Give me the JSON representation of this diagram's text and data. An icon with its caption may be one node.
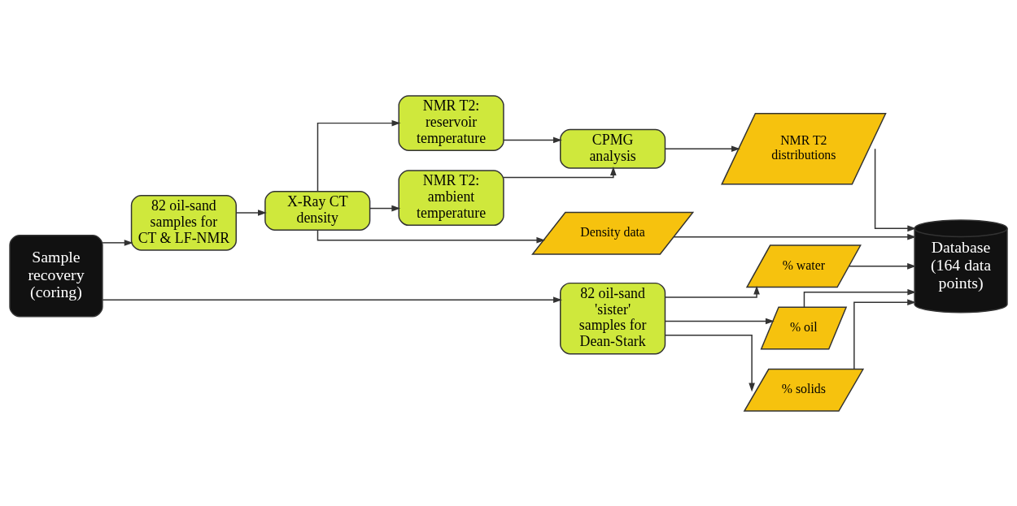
{
  "diagram": {
    "nodes": [
      {
        "text": [
          "Sample recovery (coring)"
        ]
      },
      {
        "text": [
          "82 oil-sand samples for CT & LF-NMR"
        ]
      },
      {
        "text": [
          "82 oil-sand 'sister' samples for Dean-Stark"
        ]
      },
      {
        "text": [
          "X-Ray CT density"
        ]
      },
      {
        "text": [
          "NMR T2: reservoir temperature"
        ]
      },
      {
        "text": [
          "NMR T2: ambient temperature"
        ]
      },
      {
        "text": [
          "CPMG analysis"
        ]
      },
      {
        "text": [
          "Density data"
        ]
      },
      {
        "text": [
          "NMR T2 distributions"
        ]
      },
      {
        "text": [
          "% water"
        ]
      },
      {
        "text": [
          "% oil"
        ]
      },
      {
        "text": [
          "% solids"
        ]
      },
      {
        "text": [
          "Database (164 data points)"
        ]
      }
    ],
    "edges": [
      {
        "from": 0,
        "to": 1,
        "arrow": "to"
      },
      {
        "from": 0,
        "to": 2,
        "arrow": "to"
      },
      {
        "from": 1,
        "to": 3,
        "arrow": "to"
      },
      {
        "from": 3,
        "to": 4,
        "arrow": "to"
      },
      {
        "from": 3,
        "to": 5,
        "arrow": "to"
      },
      {
        "from": 4,
        "to": 6,
        "arrow": "to"
      },
      {
        "from": 5,
        "to": 6,
        "arrow": "to"
      },
      {
        "from": 3,
        "to": 7,
        "arrow": "to"
      },
      {
        "from": 6,
        "to": 8,
        "arrow": "to"
      },
      {
        "from": 7,
        "to": 12,
        "arrow": "to"
      },
      {
        "from": 8,
        "to": 12,
        "arrow": "to"
      },
      {
        "from": 2,
        "to": 9,
        "arrow": "to"
      },
      {
        "from": 2,
        "to": 10,
        "arrow": "to"
      },
      {
        "from": 2,
        "to": 11,
        "arrow": "to"
      },
      {
        "from": 9,
        "to": 12,
        "arrow": "to"
      },
      {
        "from": 10,
        "to": 12,
        "arrow": "to"
      },
      {
        "from": 11,
        "to": 12,
        "arrow": "to"
      }
    ]
  }
}
